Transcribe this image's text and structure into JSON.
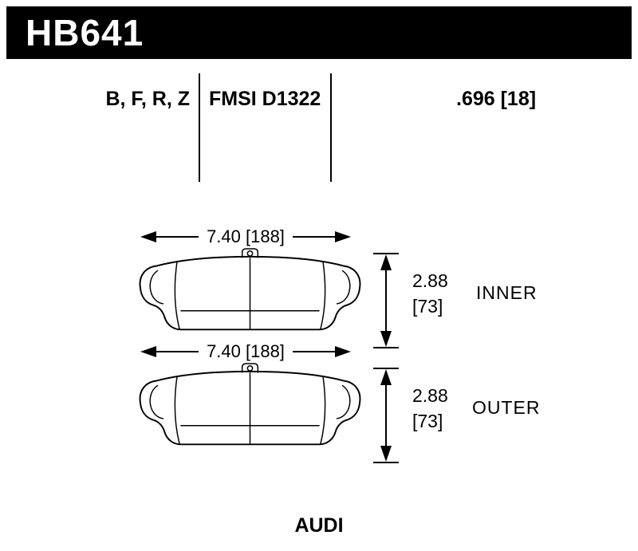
{
  "colors": {
    "header_bg": "#000000",
    "header_fg": "#ffffff",
    "line": "#000000",
    "background": "#ffffff"
  },
  "header": {
    "part_number": "HB641"
  },
  "spec_row": {
    "compounds": "B, F, R, Z",
    "fmsi": "FMSI D1322",
    "thickness": ".696 [18]"
  },
  "pads": [
    {
      "label": "INNER",
      "width_dim": "7.40 [188]",
      "height_in": "2.88",
      "height_mm": "[73]"
    },
    {
      "label": "OUTER",
      "width_dim": "7.40 [188]",
      "height_in": "2.88",
      "height_mm": "[73]"
    }
  ],
  "footer": {
    "make": "AUDI"
  }
}
